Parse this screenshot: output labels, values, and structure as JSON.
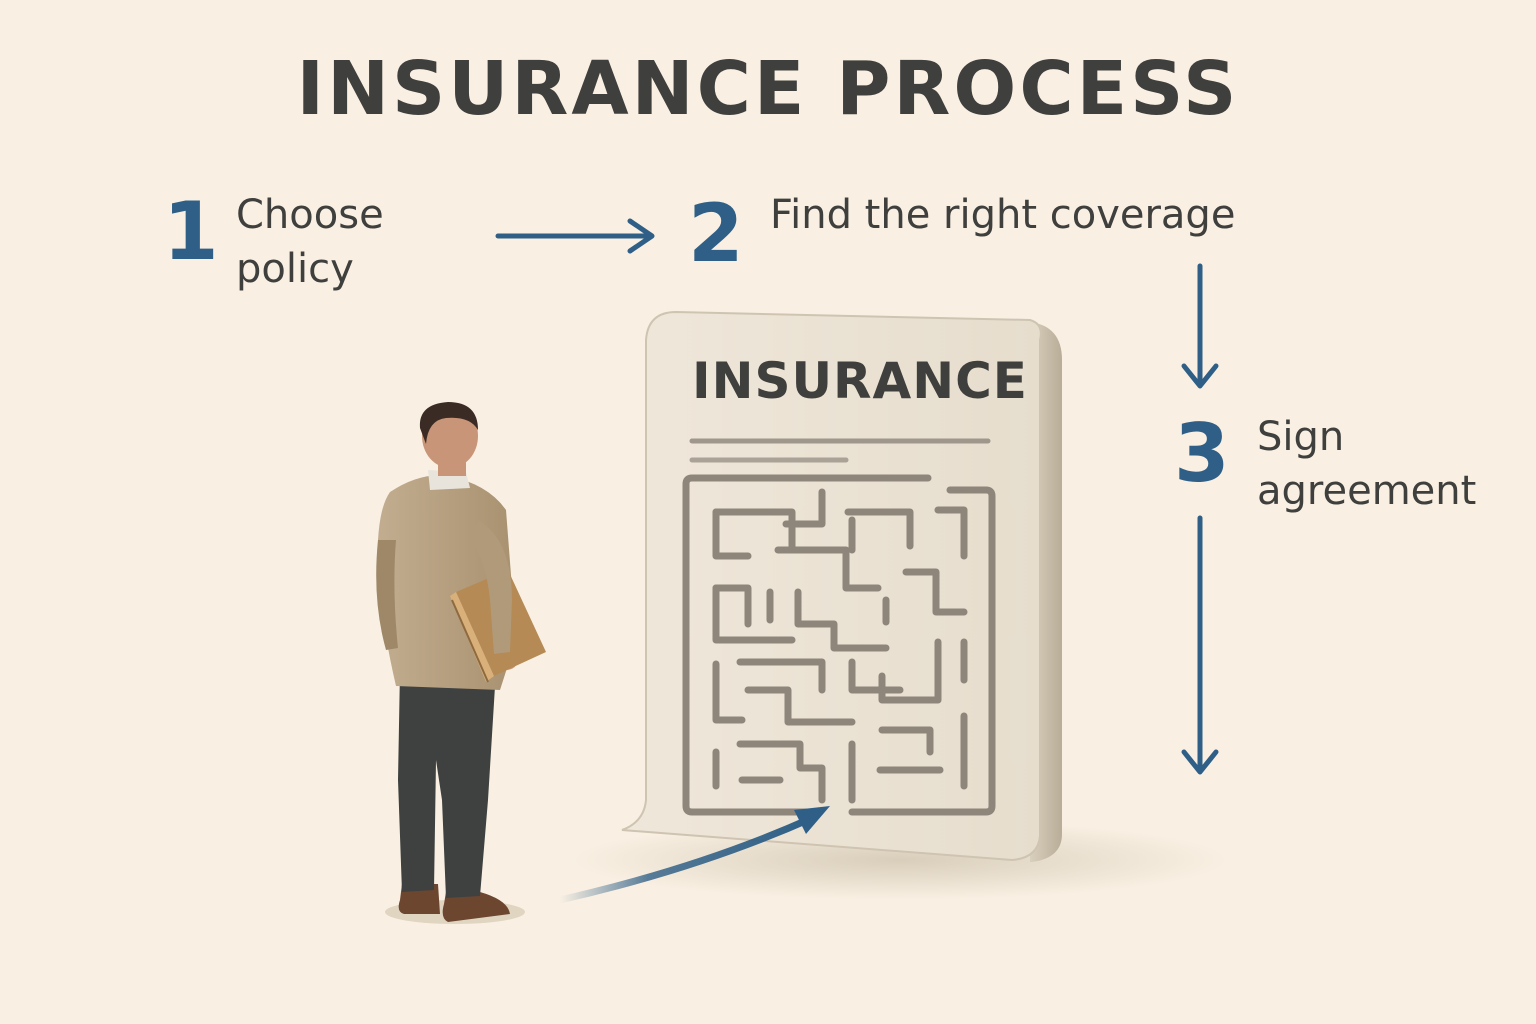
{
  "title": "INSURANCE PROCESS",
  "steps": [
    {
      "number": "1",
      "label": "Choose policy"
    },
    {
      "number": "2",
      "label": "Find the right coverage"
    },
    {
      "number": "3",
      "label": "Sign agreement"
    }
  ],
  "document": {
    "title": "INSURANCE"
  },
  "colors": {
    "background": "#f9f0e3",
    "accent": "#2f5f86",
    "text": "#3f3f3d",
    "paper": "#ece4d6",
    "maze": "#8e867a"
  },
  "icons": [
    "person-figure",
    "book-icon",
    "maze-icon",
    "arrow-right-icon",
    "arrow-down-icon"
  ]
}
